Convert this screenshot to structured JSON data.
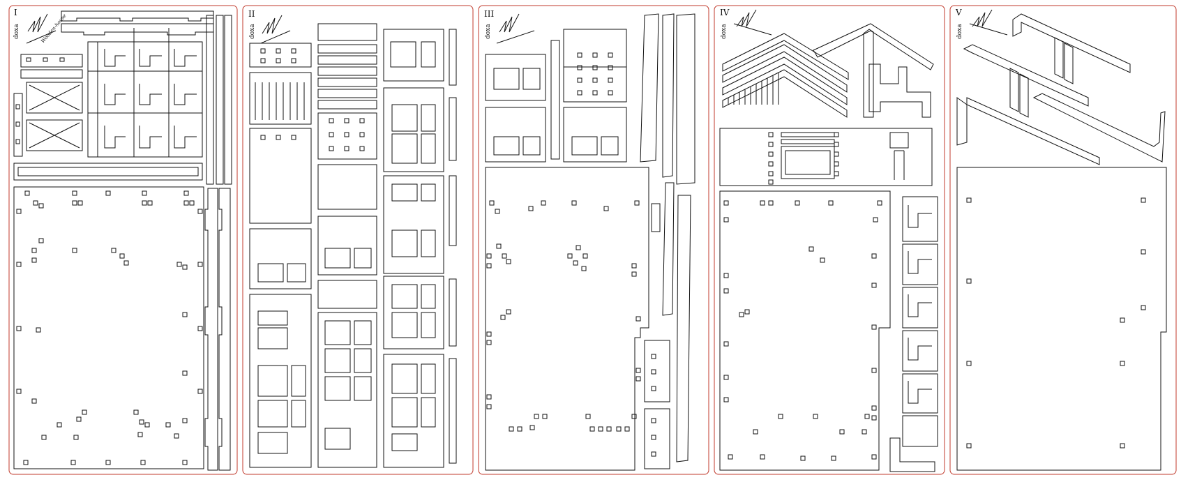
{
  "drawing": {
    "frame_color": "#c0392b",
    "line_color": "#111111",
    "background": "#ffffff",
    "sheets": [
      {
        "id": "I",
        "numeral": "I",
        "code": "doxa",
        "logo_text": "Wooden-house"
      },
      {
        "id": "II",
        "numeral": "II",
        "code": "doxa",
        "logo_text": ""
      },
      {
        "id": "III",
        "numeral": "III",
        "code": "doxa",
        "logo_text": ""
      },
      {
        "id": "IV",
        "numeral": "IV",
        "code": "doxa",
        "logo_text": ""
      },
      {
        "id": "V",
        "numeral": "V",
        "code": "doxa",
        "logo_text": ""
      }
    ]
  }
}
